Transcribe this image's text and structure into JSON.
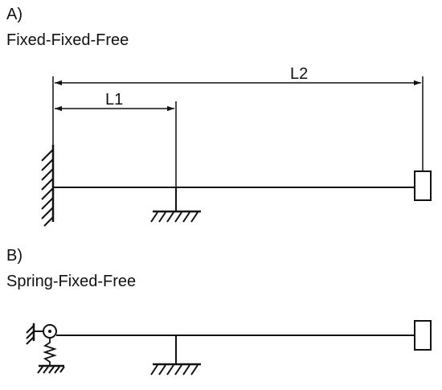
{
  "panel_a": {
    "label": "A)",
    "title": "Fixed-Fixed-Free",
    "dim_l1": "L1",
    "dim_l2": "L2"
  },
  "panel_b": {
    "label": "B)",
    "title": "Spring-Fixed-Free"
  },
  "colors": {
    "line": "#111111",
    "background": "#ffffff"
  }
}
